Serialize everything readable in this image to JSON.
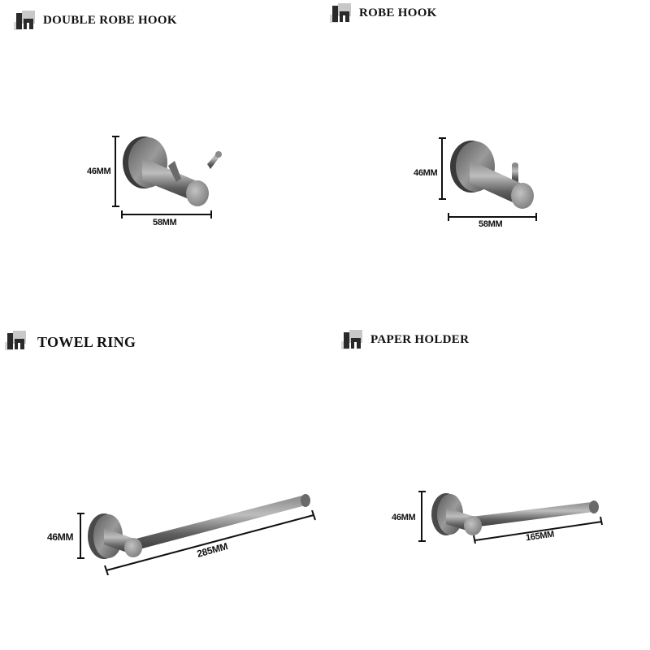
{
  "panels": [
    {
      "title": "DOUBLE ROBE HOOK",
      "dimensions": {
        "height": "46MM",
        "width": "58MM"
      }
    },
    {
      "title": "ROBE HOOK",
      "dimensions": {
        "height": "46MM",
        "width": "58MM"
      }
    },
    {
      "title": "TOWEL RING",
      "dimensions": {
        "height": "46MM",
        "length": "285MM"
      }
    },
    {
      "title": "PAPER HOLDER",
      "dimensions": {
        "height": "46MM",
        "length": "165MM"
      }
    }
  ],
  "colors": {
    "metal_dark": "#3a3a3a",
    "metal_mid": "#6e6e6e",
    "metal_light": "#a8a8a8",
    "text": "#111111"
  }
}
